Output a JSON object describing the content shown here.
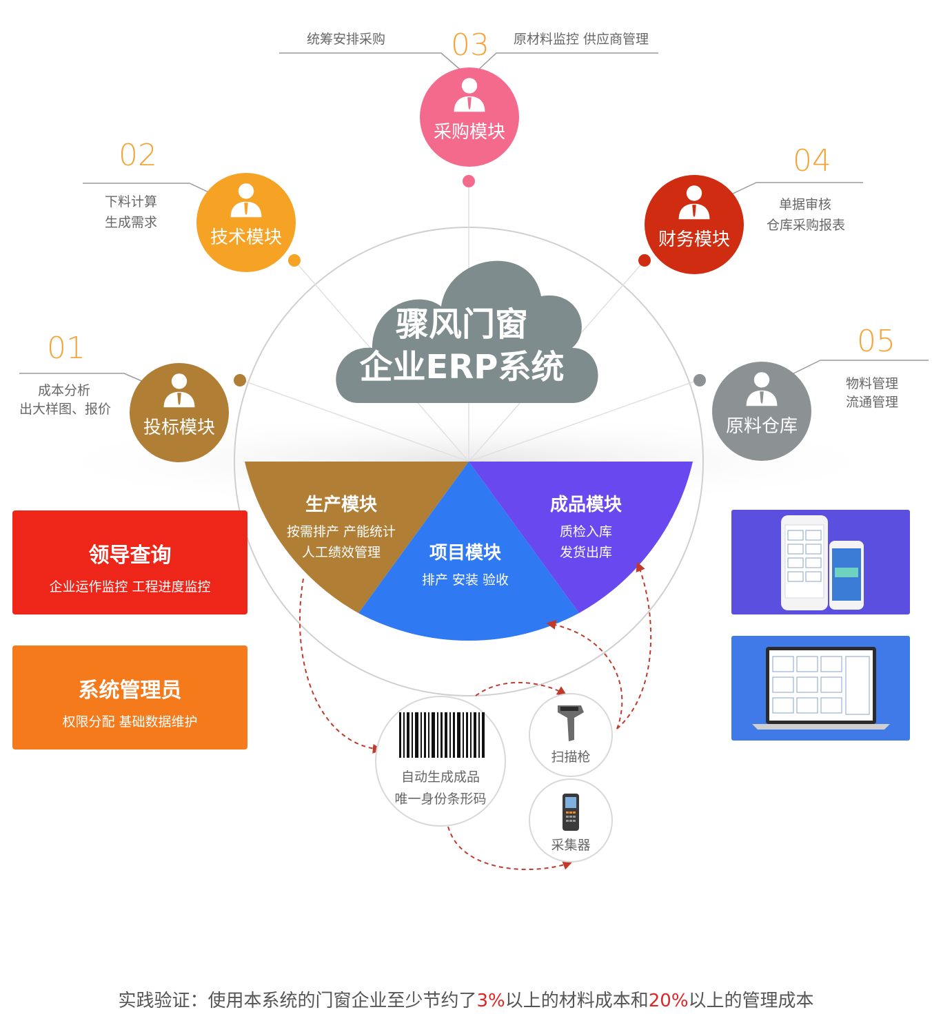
{
  "center": {
    "line1": "骤风门窗",
    "line2": "企业ERP系统"
  },
  "modules": [
    {
      "num": "01",
      "name": "投标模块",
      "notes": [
        "成本分析",
        "出大样图、报价"
      ],
      "color": "#b07e35"
    },
    {
      "num": "02",
      "name": "技术模块",
      "notes": [
        "下料计算",
        "生成需求"
      ],
      "color": "#f6a224"
    },
    {
      "num": "03",
      "name": "采购模块",
      "notes": [
        "统筹安排采购",
        "原材料监控 供应商管理"
      ],
      "color": "#f46a8c"
    },
    {
      "num": "04",
      "name": "财务模块",
      "notes": [
        "单据审核",
        "仓库采购报表"
      ],
      "color": "#cf2c12"
    },
    {
      "num": "05",
      "name": "原料仓库",
      "notes": [
        "物料管理",
        "流通管理"
      ],
      "color": "#8c9294"
    }
  ],
  "segments": [
    {
      "title": "生产模块",
      "lines": [
        "按需排产 产能统计",
        "人工绩效管理"
      ],
      "color": "#b07e35"
    },
    {
      "title": "项目模块",
      "lines": [
        "排产 安装 验收"
      ],
      "color": "#2f7af3"
    },
    {
      "title": "成品模块",
      "lines": [
        "质检入库",
        "发货出库"
      ],
      "color": "#6a48f0"
    }
  ],
  "boxes": [
    {
      "title": "领导查询",
      "sub": "企业运作监控  工程进度监控",
      "color": "#ee2519"
    },
    {
      "title": "系统管理员",
      "sub": "权限分配  基础数据维护",
      "color": "#f57a1c"
    }
  ],
  "devices": {
    "barcode": [
      "自动生成成品",
      "唯一身份条形码"
    ],
    "scanner": "扫描枪",
    "collector": "采集器"
  },
  "panels": {
    "color": "#5b4fe0",
    "color2": "#3f7ae8"
  },
  "footer": {
    "part1": "实践验证：使用本系统的门窗企业至少节约了",
    "hl1": "3%",
    "part2": "以上的材料成本和",
    "hl2": "20%",
    "part3": "以上的管理成本"
  }
}
